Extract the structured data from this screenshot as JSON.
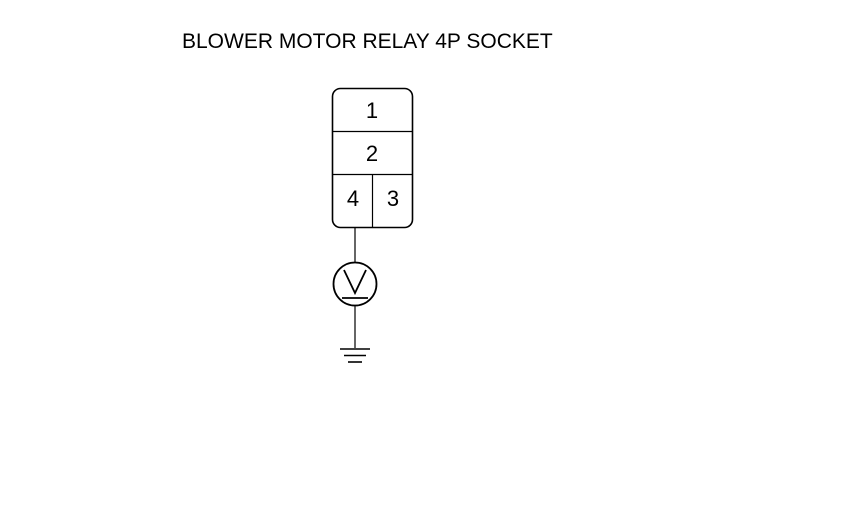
{
  "title": "BLOWER MOTOR RELAY 4P SOCKET",
  "connector": {
    "terminals": [
      {
        "label": "1"
      },
      {
        "label": "2"
      },
      {
        "label": "4"
      },
      {
        "label": "3"
      }
    ]
  },
  "meter": {
    "symbol": "voltmeter-icon",
    "glyph": "V"
  },
  "ground": {
    "symbol": "ground-icon"
  }
}
